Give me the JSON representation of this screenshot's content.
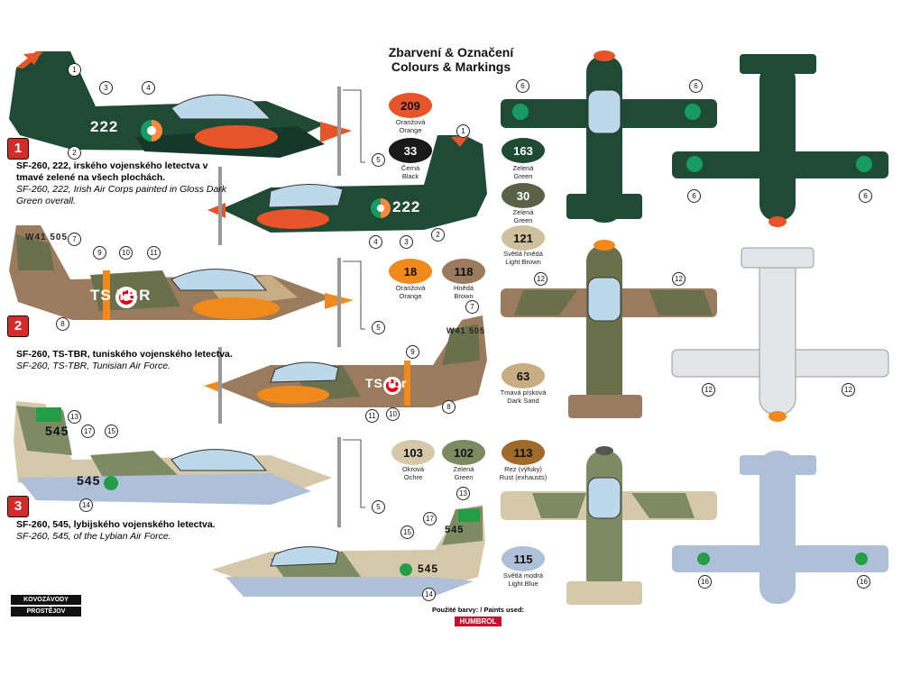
{
  "title": {
    "cz": "Zbarvení & Označení",
    "en": "Colours & Markings"
  },
  "schemes": [
    {
      "num": "1",
      "cz": "SF-260, 222, irského vojenského letectva v tmavé zelené na všech plochách.",
      "en": "SF-260, 222, Irish Air Corps painted in Gloss Dark Green overall.",
      "reg": "222"
    },
    {
      "num": "2",
      "cz": "SF-260, TS-TBR, tuniského vojenského letectva.",
      "en": "SF-260, TS-TBR, Tunisian Air Force.",
      "reg_top": "TS TBR",
      "reg_side": "TS tbr",
      "tail_code": "W41 505"
    },
    {
      "num": "3",
      "cz": "SF-260, 545, lybijského vojenského letectva.",
      "en": "SF-260, 545, of the Lybian Air Force.",
      "reg": "545"
    }
  ],
  "paints": [
    {
      "code": "209",
      "cz": "Oranžová",
      "en": "Orange",
      "color": "#e8542a",
      "text": "#111"
    },
    {
      "code": "33",
      "cz": "Černá",
      "en": "Black",
      "color": "#1a1a1a",
      "text": "#ffffff"
    },
    {
      "code": "163",
      "cz": "Zelená",
      "en": "Green",
      "color": "#1f4a33",
      "text": "#ffffff"
    },
    {
      "code": "30",
      "cz": "Zelená",
      "en": "Green",
      "color": "#5c6247",
      "text": "#ffffff"
    },
    {
      "code": "121",
      "cz": "Světlá hnědá",
      "en": "Light Brown",
      "color": "#cfc0a0",
      "text": "#111"
    },
    {
      "code": "18",
      "cz": "Oranžová",
      "en": "Orange",
      "color": "#f08a1c",
      "text": "#111"
    },
    {
      "code": "118",
      "cz": "Hnědá",
      "en": "Brown",
      "color": "#9b7b5e",
      "text": "#111"
    },
    {
      "code": "63",
      "cz": "Tmavá písková",
      "en": "Dark Sand",
      "color": "#c9ad82",
      "text": "#111"
    },
    {
      "code": "103",
      "cz": "Okrová",
      "en": "Ochre",
      "color": "#d6c9a9",
      "text": "#111"
    },
    {
      "code": "102",
      "cz": "Zelená",
      "en": "Green",
      "color": "#7d8b62",
      "text": "#111"
    },
    {
      "code": "113",
      "cz": "Rez (výfuky)",
      "en": "Rust (exhausts)",
      "color": "#a06a2a",
      "text": "#111"
    },
    {
      "code": "115",
      "cz": "Světlá modrá",
      "en": "Light Blue",
      "color": "#aebfd8",
      "text": "#111"
    }
  ],
  "callouts": [
    "1",
    "2",
    "3",
    "4",
    "5",
    "6",
    "7",
    "8",
    "9",
    "10",
    "11",
    "12",
    "13",
    "14",
    "15",
    "16",
    "17"
  ],
  "footnote": "Použité barvy: / Paints used:",
  "brand": "HUMBROL",
  "logo": {
    "line1": "KOVOZÁVODY",
    "line2": "PROSTĚJOV"
  },
  "colors": {
    "irish_green": "#1f4a33",
    "orange": "#e8542a",
    "canopy": "#bcd8ea",
    "tunisia_brown": "#9b7b5e",
    "tunisia_green": "#6a6f4c",
    "tunisia_sand": "#c9ad82",
    "libya_sand": "#d6c9a9",
    "libya_green": "#7d8b62",
    "libya_blue": "#aebfd8",
    "light_grey": "#e3e6e8"
  }
}
